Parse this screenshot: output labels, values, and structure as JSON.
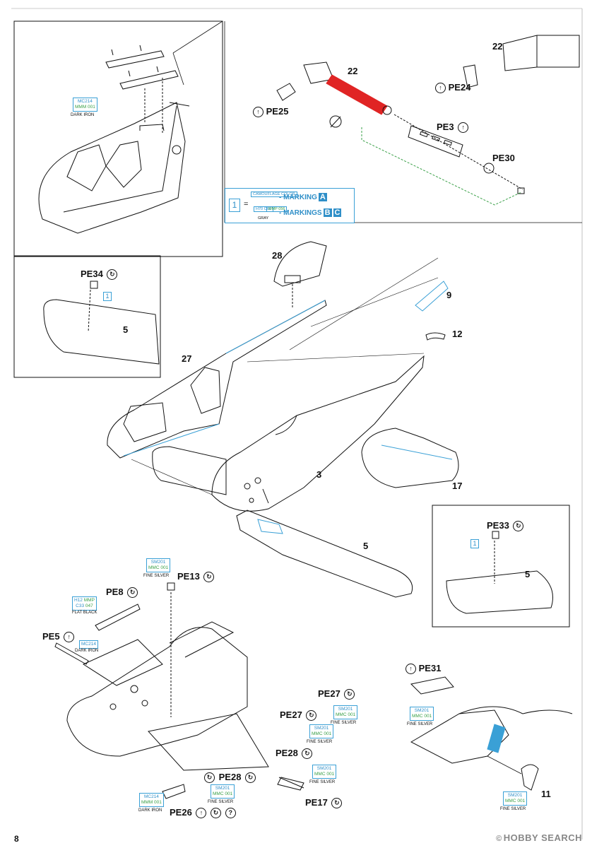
{
  "page_number": "8",
  "watermark": {
    "symbol": "©",
    "text": "HOBBY SEARCH"
  },
  "legend": {
    "number": "1",
    "equals": "=",
    "row1": {
      "box": "CAMOUFLAGE COLOR",
      "label": "- MARKING",
      "tags": [
        "A"
      ]
    },
    "row2": {
      "box_left": "H70 C60",
      "box_right": "MMP 056",
      "box_name": "GRAY",
      "label": "- MARKINGS",
      "tags": [
        "B",
        "C"
      ]
    }
  },
  "part_numbers": {
    "p22a": "22",
    "p22b": "22",
    "p28": "28",
    "p9": "9",
    "p12": "12",
    "p27": "27",
    "p3": "3",
    "p17": "17",
    "p5a": "5",
    "p5b": "5",
    "p5c": "5",
    "p11": "11"
  },
  "pe_labels": {
    "pe24": "PE24",
    "pe25": "PE25",
    "pe3": "PE3",
    "pe30": "PE30",
    "pe34": "PE34",
    "pe33": "PE33",
    "pe13": "PE13",
    "pe8": "PE8",
    "pe5": "PE5",
    "pe27a": "PE27",
    "pe27b": "PE27",
    "pe28a": "PE28",
    "pe28b": "PE28",
    "pe31": "PE31",
    "pe17": "PE17",
    "pe26": "PE26"
  },
  "icons": {
    "fold": "↑",
    "flip": "↻",
    "question": "?"
  },
  "color_callouts": {
    "c_top": {
      "l1": "MC214",
      "l2": "MMM 001",
      "name": "DARK IRON"
    },
    "c_pe13": {
      "l1": "SM201",
      "l2": "MMC 001",
      "name": "FINE SILVER"
    },
    "c_pe8": {
      "l1": "H12",
      "l2": "MMP",
      "l3": "C33",
      "l4": "047",
      "name": "FLAT BLACK"
    },
    "c_pe5": {
      "l1": "MC214",
      "name": "DARK IRON"
    },
    "c_pe27a": {
      "l1": "SM201",
      "l2": "MMC 001",
      "name": "FINE SILVER"
    },
    "c_pe27b": {
      "l1": "SM201",
      "l2": "MMC 001",
      "name": "FINE SILVER"
    },
    "c_pe28": {
      "l1": "SM201",
      "l2": "MMC 001",
      "name": "FINE SILVER"
    },
    "c_pe31": {
      "l1": "SM201",
      "l2": "MMC 001",
      "name": "FINE SILVER"
    },
    "c_pe28b": {
      "l1": "SM201",
      "l2": "MMC 001",
      "name": "FINE SILVER"
    },
    "c_pe26": {
      "l1": "MC214",
      "l2": "MMM 001",
      "name": "DARK IRON"
    },
    "c_11": {
      "l1": "SM201",
      "l2": "MMC 001",
      "name": "FINE SILVER"
    }
  },
  "marking_box": {
    "one": "1"
  },
  "colors": {
    "accent": "#2f8fc8",
    "green": "#3aa048",
    "red": "#e02424",
    "line": "#111111"
  }
}
